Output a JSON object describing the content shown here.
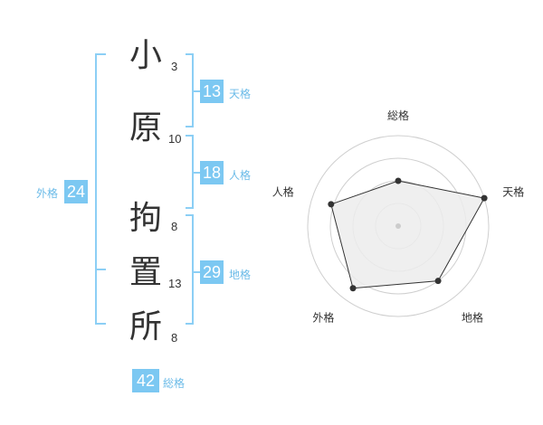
{
  "name": {
    "chars": [
      {
        "char": "小",
        "strokes": "3"
      },
      {
        "char": "原",
        "strokes": "10"
      },
      {
        "char": "拘",
        "strokes": "8"
      },
      {
        "char": "置",
        "strokes": "13"
      },
      {
        "char": "所",
        "strokes": "8"
      }
    ]
  },
  "kakusu": {
    "tenkaku": {
      "value": "13",
      "label": "天格"
    },
    "jinkaku": {
      "value": "18",
      "label": "人格"
    },
    "chikaku": {
      "value": "29",
      "label": "地格"
    },
    "gaikaku": {
      "value": "24",
      "label": "外格"
    },
    "soukaku": {
      "value": "42",
      "label": "総格"
    }
  },
  "chart_data": {
    "type": "radar",
    "axes": [
      "総格",
      "天格",
      "地格",
      "外格",
      "人格"
    ],
    "values": [
      0.5,
      1.0,
      0.75,
      0.85,
      0.78
    ],
    "max": 1.0,
    "rings": 4
  },
  "colors": {
    "accent": "#7cc8f2",
    "label": "#6bbbe8",
    "bracket": "#8ccff5",
    "text": "#333333",
    "radar_fill": "#ececec",
    "radar_ring": "#cfcfcf"
  }
}
